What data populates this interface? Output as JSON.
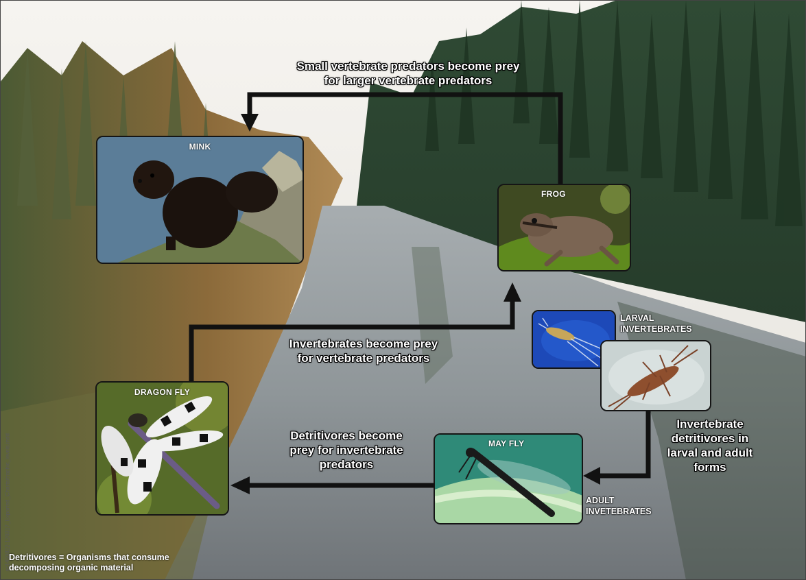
{
  "nodes": {
    "mink": "MINK",
    "frog": "FROG",
    "dragonfly": "DRAGON FLY",
    "mayfly": "MAY FLY"
  },
  "labels": {
    "larval_line1": "LARVAL",
    "larval_line2": "INVERTEBRATES",
    "adult_line1": "ADULT",
    "adult_line2": "INVETEBRATES"
  },
  "annotations": {
    "top_line1": "Small vertebrate predators become prey",
    "top_line2": "for larger vertebrate predators",
    "middle_line1": "Invertebrates become prey",
    "middle_line2": "for vertebrate predators",
    "lower_line1": "Detritivores become",
    "lower_line2": "prey for invertebrate",
    "lower_line3": "predators",
    "right_line1": "Invertebrate",
    "right_line2": "detritivores in",
    "right_line3": "larval and adult",
    "right_line4": "forms"
  },
  "footnote": {
    "line1": "Detritivores = Organisms that consume",
    "line2": "decomposing organic material"
  },
  "side_code": "sc1450822-120317_Exported_Charts/trophic_levels.indd",
  "colors": {
    "sky": "#f2efe9",
    "forest": "#2d4a2c",
    "water": "#8e9598",
    "arrow": "#111111",
    "text": "#ffffff"
  }
}
